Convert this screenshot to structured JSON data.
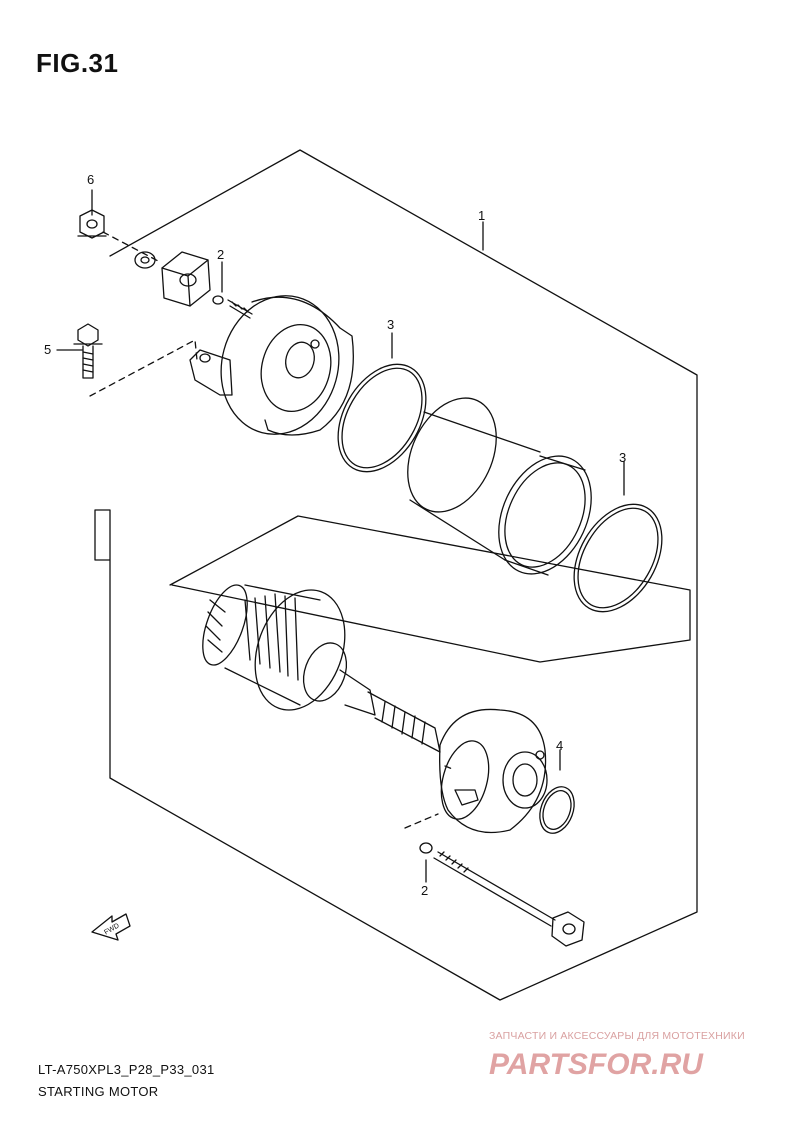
{
  "figure": {
    "title": "FIG.31"
  },
  "callouts": [
    "1",
    "2",
    "2",
    "3",
    "3",
    "4",
    "5",
    "6"
  ],
  "fwd_label": "FWD",
  "footer": {
    "model_code": "LT-A750XPL3_P28_P33_031",
    "section_name": "STARTING MOTOR"
  },
  "watermark": {
    "caption": "ЗАПЧАСТИ И АКСЕССУАРЫ ДЛЯ МОТОТЕХНИКИ",
    "brand": "PARTSFOR.RU",
    "color": "#e0a3a3"
  }
}
